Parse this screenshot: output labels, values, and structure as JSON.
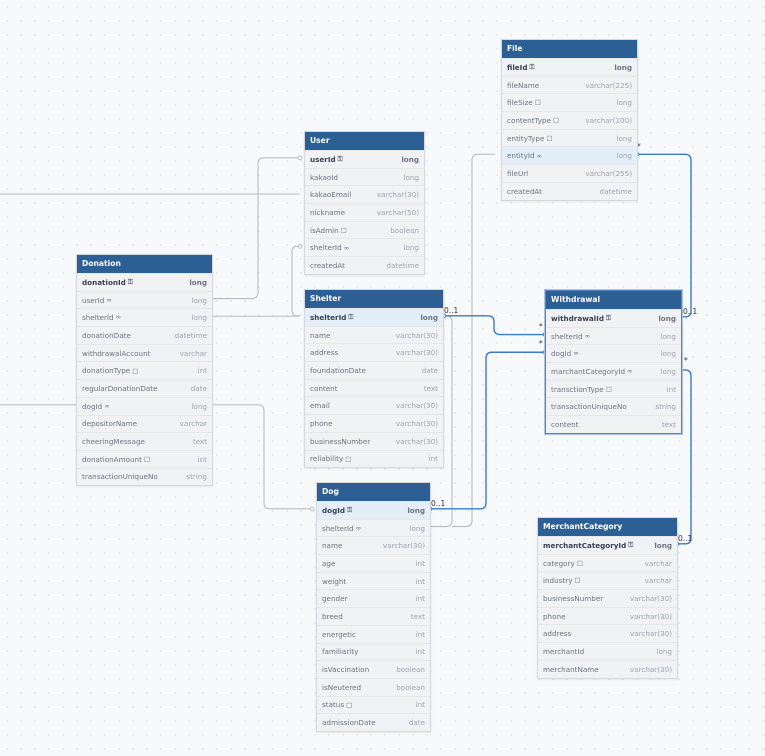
{
  "icons": {
    "key": "key-icon",
    "link": "link-icon",
    "note": "note-icon"
  },
  "colors": {
    "header": "#2c5f94",
    "link_active": "#3b7bc8",
    "link_idle": "#b7bcc4"
  },
  "tables": [
    {
      "id": "file",
      "name": "File",
      "fields": [
        {
          "name": "fileId",
          "type": "long",
          "icon": "key",
          "pk": true
        },
        {
          "name": "fileName",
          "type": "varchar(225)"
        },
        {
          "name": "fileSize",
          "type": "long",
          "icon": "note"
        },
        {
          "name": "contentType",
          "type": "varchar(100)",
          "icon": "note"
        },
        {
          "name": "entityType",
          "type": "long",
          "icon": "note"
        },
        {
          "name": "entityId",
          "type": "long",
          "icon": "link",
          "hl": true
        },
        {
          "name": "fileUrl",
          "type": "varchar(255)"
        },
        {
          "name": "createdAt",
          "type": "datetime"
        }
      ]
    },
    {
      "id": "user",
      "name": "User",
      "fields": [
        {
          "name": "userId",
          "type": "long",
          "icon": "key",
          "pk": true
        },
        {
          "name": "kakaoId",
          "type": "long"
        },
        {
          "name": "kakaoEmail",
          "type": "varchar(30)"
        },
        {
          "name": "nickname",
          "type": "varchar(50)"
        },
        {
          "name": "isAdmin",
          "type": "boolean",
          "icon": "note"
        },
        {
          "name": "shelterId",
          "type": "long",
          "icon": "link"
        },
        {
          "name": "createdAt",
          "type": "datetime"
        }
      ]
    },
    {
      "id": "shelter",
      "name": "Shelter",
      "fields": [
        {
          "name": "shelterId",
          "type": "long",
          "icon": "key",
          "pk": true,
          "hl": true
        },
        {
          "name": "name",
          "type": "varchar(30)"
        },
        {
          "name": "address",
          "type": "varchar(30)"
        },
        {
          "name": "foundationDate",
          "type": "date"
        },
        {
          "name": "content",
          "type": "text"
        },
        {
          "name": "email",
          "type": "varchar(30)"
        },
        {
          "name": "phone",
          "type": "varchar(30)"
        },
        {
          "name": "businessNumber",
          "type": "varchar(30)"
        },
        {
          "name": "reliability",
          "type": "int",
          "icon": "note"
        }
      ]
    },
    {
      "id": "donation",
      "name": "Donation",
      "fields": [
        {
          "name": "donationId",
          "type": "long",
          "icon": "key",
          "pk": true
        },
        {
          "name": "userId",
          "type": "long",
          "icon": "link"
        },
        {
          "name": "shelterId",
          "type": "long",
          "icon": "link"
        },
        {
          "name": "donationDate",
          "type": "datetime"
        },
        {
          "name": "withdrawalAccount",
          "type": "varchar"
        },
        {
          "name": "donationType",
          "type": "int",
          "icon": "note"
        },
        {
          "name": "regularDonationDate",
          "type": "date"
        },
        {
          "name": "dogId",
          "type": "long",
          "icon": "link"
        },
        {
          "name": "depositorName",
          "type": "varchar"
        },
        {
          "name": "cheeringMessage",
          "type": "text"
        },
        {
          "name": "donationAmount",
          "type": "int",
          "icon": "note"
        },
        {
          "name": "transactionUniqueNo",
          "type": "string"
        }
      ]
    },
    {
      "id": "withdrawal",
      "name": "Withdrawal",
      "selected": true,
      "fields": [
        {
          "name": "withdrawalId",
          "type": "long",
          "icon": "key",
          "pk": true
        },
        {
          "name": "shelterId",
          "type": "long",
          "icon": "link"
        },
        {
          "name": "dogId",
          "type": "long",
          "icon": "link"
        },
        {
          "name": "marchantCategoryId",
          "type": "long",
          "icon": "link"
        },
        {
          "name": "transctionType",
          "type": "int",
          "icon": "note"
        },
        {
          "name": "transactionUniqueNo",
          "type": "string"
        },
        {
          "name": "content",
          "type": "text"
        }
      ]
    },
    {
      "id": "dog",
      "name": "Dog",
      "fields": [
        {
          "name": "dogId",
          "type": "long",
          "icon": "key",
          "pk": true,
          "hl": true
        },
        {
          "name": "shelterId",
          "type": "long",
          "icon": "link"
        },
        {
          "name": "name",
          "type": "varchar(30)"
        },
        {
          "name": "age",
          "type": "int"
        },
        {
          "name": "weight",
          "type": "int"
        },
        {
          "name": "gender",
          "type": "int"
        },
        {
          "name": "breed",
          "type": "text"
        },
        {
          "name": "energetic",
          "type": "int"
        },
        {
          "name": "familiarity",
          "type": "int"
        },
        {
          "name": "isVaccination",
          "type": "boolean"
        },
        {
          "name": "isNeutered",
          "type": "boolean"
        },
        {
          "name": "status",
          "type": "int",
          "icon": "note"
        },
        {
          "name": "admissionDate",
          "type": "date"
        }
      ]
    },
    {
      "id": "merchant",
      "name": "MerchantCategory",
      "fields": [
        {
          "name": "merchantCategoryId",
          "type": "long",
          "icon": "key",
          "pk": true
        },
        {
          "name": "category",
          "type": "varchar",
          "icon": "note"
        },
        {
          "name": "industry",
          "type": "varchar",
          "icon": "note"
        },
        {
          "name": "businessNumber",
          "type": "varchar(30)"
        },
        {
          "name": "phone",
          "type": "varchar(30)"
        },
        {
          "name": "address",
          "type": "varchar(30)"
        },
        {
          "name": "merchantId",
          "type": "long"
        },
        {
          "name": "merchantName",
          "type": "varchar(30)"
        }
      ]
    }
  ],
  "cardinality": {
    "one": "0..1",
    "many": "*"
  }
}
